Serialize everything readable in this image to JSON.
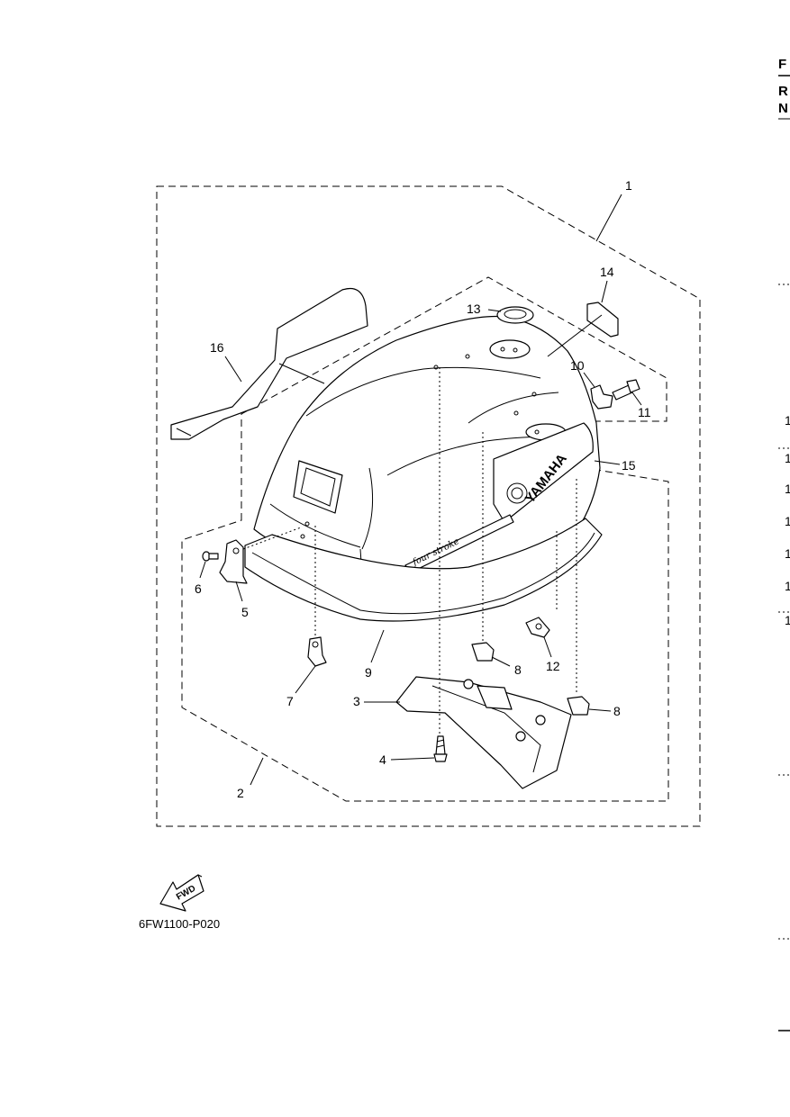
{
  "header": {
    "edge_letters": [
      "F",
      "R",
      "N"
    ]
  },
  "edge_numbers": [
    "1",
    "1",
    "1",
    "1",
    "1",
    "1",
    "1"
  ],
  "callouts": [
    "1",
    "2",
    "3",
    "4",
    "5",
    "6",
    "7",
    "8",
    "8",
    "9",
    "10",
    "11",
    "12",
    "13",
    "14",
    "15",
    "16"
  ],
  "emblem": {
    "brand": "YAMAHA",
    "script": "four stroke"
  },
  "fwd_badge": "FWD",
  "drawing_code": "6FW1100-P020"
}
